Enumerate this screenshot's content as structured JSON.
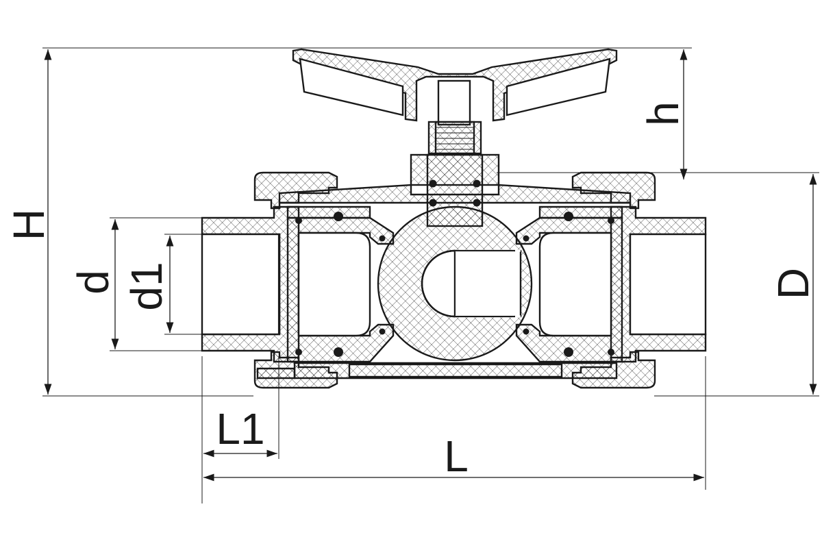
{
  "diagram": {
    "type": "three-way ball valve cross-section",
    "dimensions": {
      "H": "H",
      "h": "h",
      "D": "D",
      "d": "d",
      "d1": "d1",
      "L": "L",
      "L1": "L1"
    }
  },
  "colors": {
    "line": "#1a1a1a",
    "background": "#ffffff",
    "hatch": "#1a1a1a"
  }
}
